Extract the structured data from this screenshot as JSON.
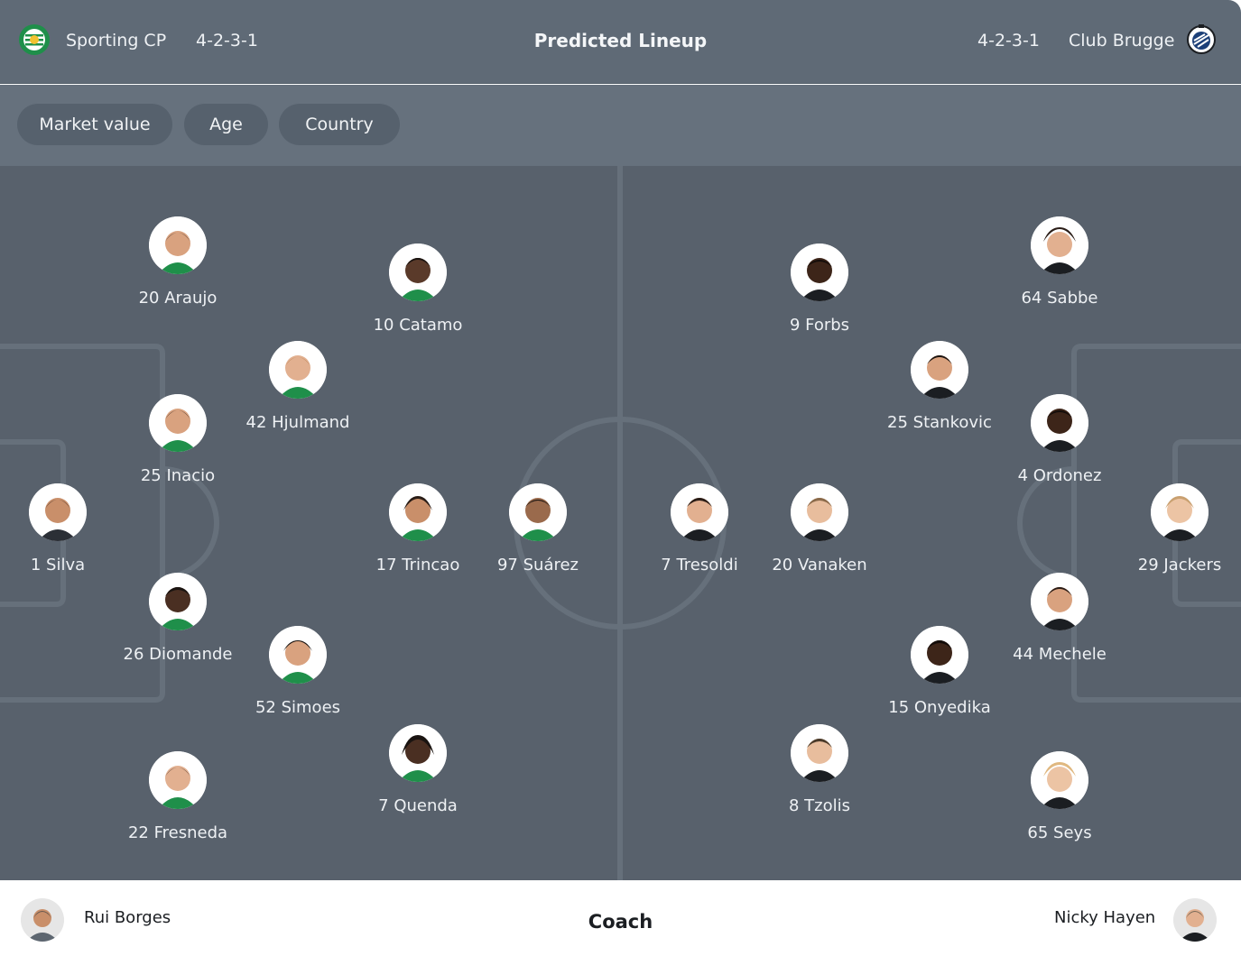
{
  "header": {
    "title": "Predicted Lineup",
    "home": {
      "name": "Sporting CP",
      "formation": "4-2-3-1",
      "logo_icon": "sporting-crest-icon",
      "color": "#1f8f4a"
    },
    "away": {
      "name": "Club Brugge",
      "formation": "4-2-3-1",
      "logo_icon": "brugge-crest-icon",
      "color": "#1c3f78"
    }
  },
  "filters": [
    {
      "label": "Market value"
    },
    {
      "label": "Age"
    },
    {
      "label": "Country"
    }
  ],
  "home_players": [
    {
      "label": "20 Araujo"
    },
    {
      "label": "10 Catamo"
    },
    {
      "label": "42 Hjulmand"
    },
    {
      "label": "25 Inacio"
    },
    {
      "label": "1 Silva"
    },
    {
      "label": "17 Trincao"
    },
    {
      "label": "97 Suárez"
    },
    {
      "label": "26 Diomande"
    },
    {
      "label": "52 Simoes"
    },
    {
      "label": "7 Quenda"
    },
    {
      "label": "22 Fresneda"
    }
  ],
  "away_players": [
    {
      "label": "9 Forbs"
    },
    {
      "label": "64 Sabbe"
    },
    {
      "label": "25 Stankovic"
    },
    {
      "label": "4 Ordonez"
    },
    {
      "label": "7 Tresoldi"
    },
    {
      "label": "20 Vanaken"
    },
    {
      "label": "29 Jackers"
    },
    {
      "label": "44 Mechele"
    },
    {
      "label": "15 Onyedika"
    },
    {
      "label": "8 Tzolis"
    },
    {
      "label": "65 Seys"
    }
  ],
  "coaches": {
    "title": "Coach",
    "home": "Rui Borges",
    "away": "Nicky Hayen"
  },
  "colors": {
    "pitch": "#58616c",
    "header": "#5f6a76",
    "filter_bar": "#66717d",
    "chip": "#56616d",
    "lines": "#66707b"
  }
}
